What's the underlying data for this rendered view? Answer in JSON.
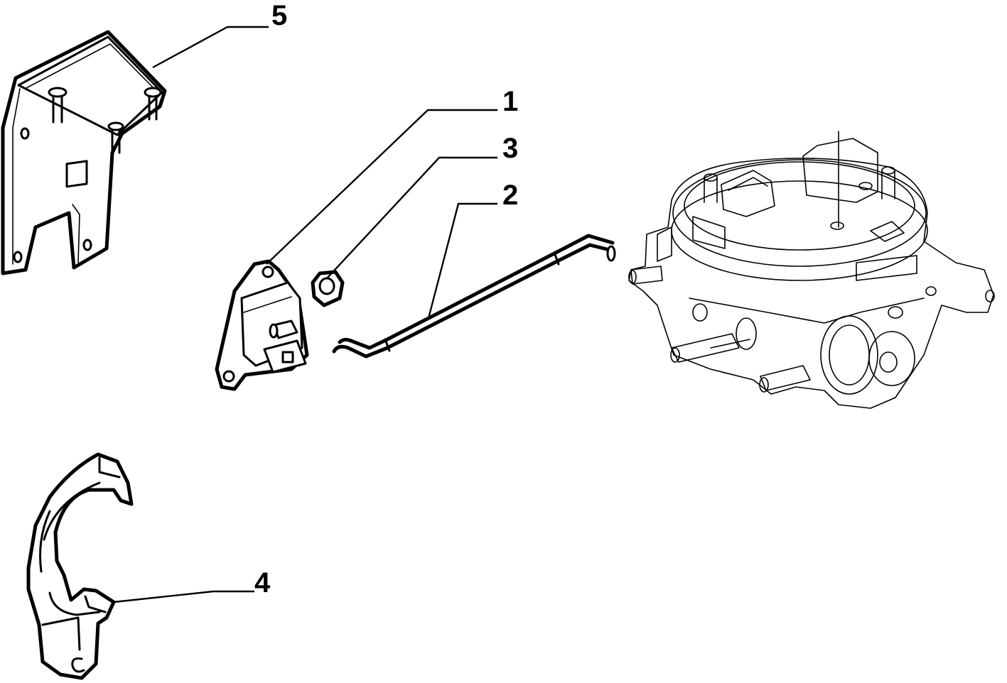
{
  "callouts": [
    {
      "id": "5",
      "label": "5"
    },
    {
      "id": "1",
      "label": "1"
    },
    {
      "id": "3",
      "label": "3"
    },
    {
      "id": "2",
      "label": "2"
    },
    {
      "id": "4",
      "label": "4"
    }
  ],
  "colors": {
    "line": "#000000",
    "background": "#ffffff"
  }
}
